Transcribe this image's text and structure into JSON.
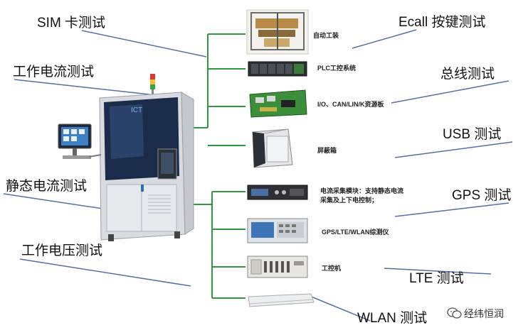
{
  "callouts": {
    "sim": "SIM 卡测试",
    "work_current": "工作电流测试",
    "static_current": "静态电流测试",
    "work_voltage": "工作电压测试",
    "ecall": "Ecall 按键测试",
    "bus": "总线测试",
    "usb": "USB 测试",
    "gps": "GPS 测试",
    "lte": "LTE 测试",
    "wlan": "WLAN 测试"
  },
  "modules": {
    "auto": "自动工装",
    "plc": "PLC工控系统",
    "io_line1": "I/O、CAN/LIN/K资源板",
    "shield": "屏蔽箱",
    "current_line1": "电流采集模块：支持静态电流",
    "current_line2": "采集及上下电控制；",
    "gps": "GPS/LTE/WLAN综测仪",
    "ipc": "工控机"
  },
  "watermark": "经纬恒润",
  "colors": {
    "connector_green": "#2f9a3c",
    "callout_line_blue": "#5470a8",
    "machine_frame": "#d9dbe0",
    "machine_dark": "#1b2c4a"
  }
}
